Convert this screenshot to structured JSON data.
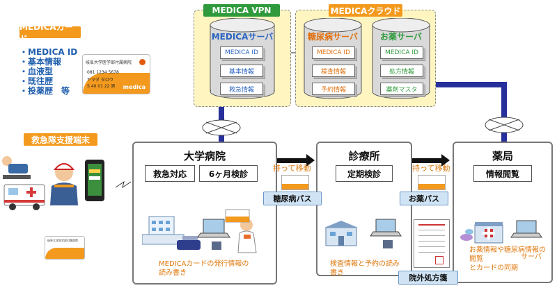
{
  "card_badge": "MEDICAカード",
  "card_info": [
    "・MEDICA ID",
    "・基本情報",
    "・血液型",
    "・既往歴",
    "・投薬歴　等"
  ],
  "card_image": {
    "hospital": "岐阜大学医学部付属病院",
    "line1": "081 1234 5678",
    "line2": "ヤマダ タロウ",
    "line3": "S 40 01 22 男",
    "logo": "medica"
  },
  "kyukyu_badge": "救急隊支援端末",
  "card_image_small": {
    "hospital": "岐阜大学医学部付属病院"
  },
  "vpn": {
    "title": "MEDICA VPN",
    "server": {
      "title": "MEDICAサーバ",
      "items": [
        "MEDICA ID",
        "基本情報",
        "救急情報"
      ]
    }
  },
  "cloud": {
    "title": "MEDICAクラウド",
    "server1": {
      "title": "糖尿病サーバ",
      "items": [
        "MEDICA ID",
        "検査情報",
        "予約情報"
      ]
    },
    "server2": {
      "title": "お薬サーバ",
      "items": [
        "MEDICA ID",
        "処方情報",
        "薬剤マスタ"
      ]
    }
  },
  "hospital": {
    "title": "大学病院",
    "tasks": [
      "救急対応",
      "6ヶ月検診"
    ],
    "caption": "MEDICAカードの発行情報の読み書き"
  },
  "clinic": {
    "title": "診療所",
    "tasks": [
      "定期検診"
    ],
    "caption": "検査情報と予約の読み書き"
  },
  "pharmacy": {
    "title": "薬局",
    "tasks": [
      "情報閲覧"
    ],
    "caption": "お薬情報や糖尿病情報の閲覧",
    "caption2": "とカードの同期",
    "server_label": "サーバ"
  },
  "move_label": "持って移動",
  "diabetes_pass": "糖尿病パス",
  "medicine_pass": "お薬パス",
  "prescription": "院外処方箋",
  "colors": {
    "orange": "#f39a1e",
    "vpn_green": "#2e9a3c",
    "cloud_bg": "#fff5c0",
    "connector": "#27309a",
    "item_blue": "#2a64c0"
  }
}
